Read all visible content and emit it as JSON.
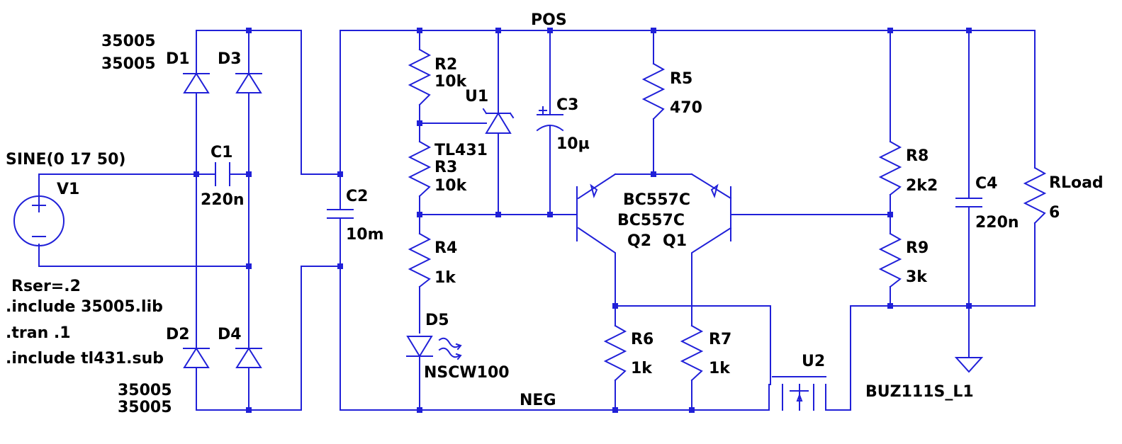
{
  "nets": {
    "pos": "POS",
    "neg": "NEG"
  },
  "source": {
    "ref": "V1",
    "value": "SINE(0 17 50)",
    "rser": "Rser=.2"
  },
  "directives": [
    ".include 35005.lib",
    ".tran .1",
    ".include tl431.sub"
  ],
  "diodes": {
    "d1": {
      "ref": "D1",
      "model": "35005"
    },
    "d3": {
      "ref": "D3",
      "model": "35005"
    },
    "d2": {
      "ref": "D2",
      "model": "35005"
    },
    "d4": {
      "ref": "D4",
      "model": "35005"
    },
    "top_models": [
      "35005",
      "35005"
    ],
    "bottom_models": [
      "35005",
      "35005"
    ]
  },
  "c1": {
    "ref": "C1",
    "value": "220n"
  },
  "c2": {
    "ref": "C2",
    "value": "10m"
  },
  "c3": {
    "ref": "C3",
    "value": "10µ"
  },
  "c4": {
    "ref": "C4",
    "value": "220n"
  },
  "r2": {
    "ref": "R2",
    "value": "10k"
  },
  "r3": {
    "ref": "R3",
    "value": "10k"
  },
  "r4": {
    "ref": "R4",
    "value": "1k"
  },
  "r5": {
    "ref": "R5",
    "value": "470"
  },
  "r6": {
    "ref": "R6",
    "value": "1k"
  },
  "r7": {
    "ref": "R7",
    "value": "1k"
  },
  "r8": {
    "ref": "R8",
    "value": "2k2"
  },
  "r9": {
    "ref": "R9",
    "value": "3k"
  },
  "rload": {
    "ref": "RLoad",
    "value": "6"
  },
  "u1": {
    "ref": "U1",
    "model": "TL431"
  },
  "d5": {
    "ref": "D5",
    "model": "NSCW100"
  },
  "q2": {
    "ref": "Q2",
    "model": "BC557C"
  },
  "q1": {
    "ref": "Q1",
    "model": "BC557C"
  },
  "u2": {
    "ref": "U2",
    "model": "BUZ111S_L1"
  }
}
